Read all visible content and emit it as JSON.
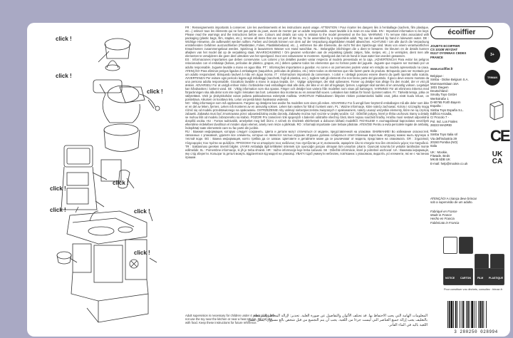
{
  "assembly": {
    "click_labels": [
      "click !",
      "click !",
      "click !",
      "click !",
      "click !",
      "click !",
      "click !",
      "click !"
    ]
  },
  "body_text": [
    "FR : Renseignements importants à conserver. Lire les avertissements et les instructions avant usage. ATTENTION ! Pour écarter les dangers liés à l'emballage (sachets, film plastique, etc...) enlever tous les éléments qui ne font pas partie du jouet, avant de monter par un adulte responsable. Jouet lavable à la main en eau tiède. EN : Important information to be kept. Please read the warnings and the instructions before use. Colours and details can vary in relation to the model presented on the box. WARNING ! To remove risks associated with packaging (plastic bags, film, staples, etc.), remove all items that are not part of the toy. To be assembled by a responsible adult. Toy can be washed by hand in lukewarm water. DE : Wichtige Hinweise, die aufbewahrt werden sollten. Farben und Details können von dem auf der Verpackung abgebildeten Modell abweichen. ACHTUNG ! Um alle durch die Verpackung entstehenden Gefahren auszuschließen (Plastiktüten, Folien, Plastikklebeband, etc...), entfernen Sie alle Elemente, die nicht Teil des Spielzeugs sind. Muss von einem verantwortlichen Erwachsenen zusammengebaut werden. Spielzeug in lauwarmem Wasser von Hand waschbar. NL : Belangrijke inlichtingen die u dient te bewaren. De kleuren en de details kunnen afwijken van het model dat op de verpakking staat. WAARSCHUWING ! Om gevaren verbonden aan de verpakking (plastic zakjes, folie, nietjes, etc...) te vermijden, dient men alle elementen te verwijderen die geen deel uitmaken van het speelgoed. Door een volwassene te monteren. Speelgoed dat met de hand in lauw water kan worden gewassen.",
    "ES : Informaciones importantes que deben conservarse. Los colores y los detalles pueden variar respecto al modelo presentado en la caja. ¡ADVERTENCIA! Para evitar los peligros relacionados con el embalaje (bolsas, películas de plástico, grapas, etc.) deben quitarse todos los elementos que no forman parte del juguete. Juguete que requiere ser montado por un adulto responsable. Juguete lavable a mano en agua tibia. PT : Informações importantes a guardar. As cores e os pormenores podem variar em relação ao modelo apresentado na caixa. ATENÇÃO! Para eliminar perigos ligados à embalagem (saquinhos, películas de plástico, etc.) retire todos os elementos que não fazem parte do produto. Brinquedo para ser montado por um adulto responsável. Brinquedo lavável à mão em água morna. IT : Informazioni importanti da conservare. I colori e i dettagli possono essere diversi da quelli riportati sulla scatola. AVVERTENZA! Per evitare ogni pericolo legato agli imballaggi (sacchetti, fogli di plastica, ecc.), togliere tutti gli elementi che non fanno parte del giocattolo. Il gioco deve essere montato da una persona adulta responsabile. Giocattolo lavabile a mano in acqua tiepida. DA : Vigtige oplysninger, der skal opbevares. Farver og detaljer kan afvige fra den model, der er vist på æsken. ADVARSEL! For at undgå enhver risiko i forbindelse med emballagen skal alle dele, der ikke er en del af legetøjet, fjernes. Legetøjet skal samles af en ansvarlig voksen. Legetøjet kan håndvaskes i lunkent vand. SE : Viktig information som ska sparas. Färger och detaljer kan variera från modellen som visas på kartongen. VARNING! För att eliminera riskerna med förpackningen ska alla delar som inte ingår i leksaken tas bort. Leksaken ska monteras av en ansvarsfull vuxen. Leksaken kan tvättas för hand i ljummet vatten. FI : Tärkeitä tietoja, jotka on säilytettävä. Värit ja yksityiskohdat voivat poiketa pakkauksessa esitetystä mallista. VAROITUS! Pakkaukseen liittyvien riskien poistamiseksi kaikki osat, jotka eivät kuulu leluun, on poistettava. Aikuisen on koottava lelu. Lelun voi pestä käsin haaleassa vedessä.",
    "NO : Viktig informasjon som må oppbevares. Fargene og detaljene kan avvike fra modellen som vises på esken. ADVARSEL! For å unngå farer knyttet til emballasjen må alle deler som ikke er en del av leken, fjernes. Leken må monteres av en ansvarlig voksen. Leken kan vaskes for hånd i lunkent vann. PL : Ważne informacje, które należy zachować. Kolory i szczegóły mogą różnić się od modelu przedstawionego na opakowaniu. OSTRZEŻENIE! Aby uniknąć niebezpieczeństw związanych z opakowaniem, należy usunąć wszystkie elementy, które nie są częścią zabawki. Zabawka musi być zmontowana przez odpowiedzialną osobę dorosłą. Zabawkę można myć ręcznie w ciepłej wodzie. CZ : Důležité pokyny, které je třeba uschovat. Barvy a detaily se mohou lišit od modelu zobrazeného na krabici. POZOR! Pro zamezení rizik spojených s balením odstraňte všechny části, které nejsou součástí hračky. Hračku musí sestavit odpovědná dospělá osoba. HU : Fontos tudnivalók, amelyeket meg kell őrizni. A színek és részletek eltérhetnek a dobozon látható modelltől. FIGYELEM! A csomagolással kapcsolatos veszélyek elkerülése érdekében távolítson el minden olyan elemet, amely nem része a játéknak. RO : Informații importante care trebuie păstrate. ATENȚIE! Pentru a evita pericolele legate de ambalaj, îndepărtați toate elementele care nu fac parte din jucărie.",
    "RU : Важная информация, которую следует сохранить. Цвета и детали могут отличаться от модели, представленной на упаковке. ВНИМАНИЕ! Во избежание опасностей, связанных с упаковкой, удалите все элементы, которые не являются частью игрушки. Игрушка должна собираться ответственным взрослым. Игрушку можно мыть вручную в теплой воде. BG : Важна информация, която трябва да се запази. Цветовете и детайлите може да се различават от модела, представен на опаковката. GR : Σημαντικές πληροφορίες που πρέπει να φυλάξετε. ΠΡΟΣΟΧΗ! Για να αποφύγετε τους κινδύνους που σχετίζονται με τη συσκευασία, αφαιρέστε όλα τα στοιχεία που δεν αποτελούν μέρος του παιχνιδιού. TR : Saklanması gereken önemli bilgiler. UYARI! Ambalajla ilgili tehlikeleri önlemek için oyuncağın parçası olmayan tüm unsurları çıkarın. Oyuncak sorumlu bir yetişkin tarafından monte edilmelidir. SL : Pomembne informacije, ki jih je treba shraniti. HR : Važne informacije koje treba sačuvati. SK : Dôležité informácie, ktoré je potrebné uschovať. UA : Важлива інформація, яку слід зберегти. Кольори та деталі можуть відрізнятися від моделі на упаковці. УВАГА! Щоб уникнути небезпек, пов'язаних з упаковкою, видаліть усі елементи, які не є частиною іграшки."
  ],
  "adult_note": "Adult supervision is necessary for children under 4 years of age. Do not use the toy near the kitchen or near a heat source. Do not use with food. Keep these instructions for future reference.",
  "arabic_text": "المعلومات الهامة التي يجب الاحتفاظ بها. قد تختلف الألوان والتفاصيل عن صورة العلبة. تحذير: لإزالة المخاطر المرتبطة بالتغليف يجب إزالة جميع العناصر التي ليست جزءا من اللعبة. يجب أن يتم التجميع من قبل شخص بالغ مسؤول. يمكن غسل اللعبة باليد في الماء الفاتر.",
  "brand": {
    "logo": "écoiffier",
    "address": [
      "JOUETS ECOIFFIER",
      "CS 10108 VEYZIAT",
      "01117 OYONNAX CEDEX",
      "FRANCE"
    ],
    "website": "www.ecoiffier.fr"
  },
  "importers": [
    "Belgique :",
    "Simba - Dickie Belgium S.A.",
    "Mommaertslaan 16A",
    "1831 Diegem",
    "Deutschland :",
    "Smoby Toys GmbH",
    "Werkstraße 1",
    "D-90765 Fürth Bayern",
    "España :",
    "Simba Toys España S.L.",
    "Edificio Arcadia,",
    "C/ Frocolo 7 -",
    "Pol. Ind. Los Frailes",
    "28223 MADRID"
  ],
  "importers2": [
    "Italia :",
    "Simba Toys Italia srl",
    "Via dell'industria 29",
    "20150 Pombia (NO)",
    "Italia"
  ],
  "uk": [
    "UK : Mookie,",
    "Fitwade, Beds",
    "MK45 5DB UK",
    "E-mail: help@mookie.co.uk"
  ],
  "attention": "ATENÇÃO! A criança deve brincar sob a supervisão de um adulto.",
  "fabrication": [
    "Fabriqué en France",
    "Made in France",
    "Hecho en Francia",
    "Fabbricato in Francia"
  ],
  "marks": {
    "ce": "CE",
    "ukca": [
      "UK",
      "CA"
    ],
    "badge1": "3+",
    "badge2": "TRIMAN"
  },
  "recycling": {
    "tiles": [
      "NOTICE",
      "CARTON",
      "FILM",
      "PLASTIQUE"
    ],
    "note": "Pour constituer vos déchets, consultez : triman.fr"
  },
  "barcode_number": "3 280250 028994"
}
